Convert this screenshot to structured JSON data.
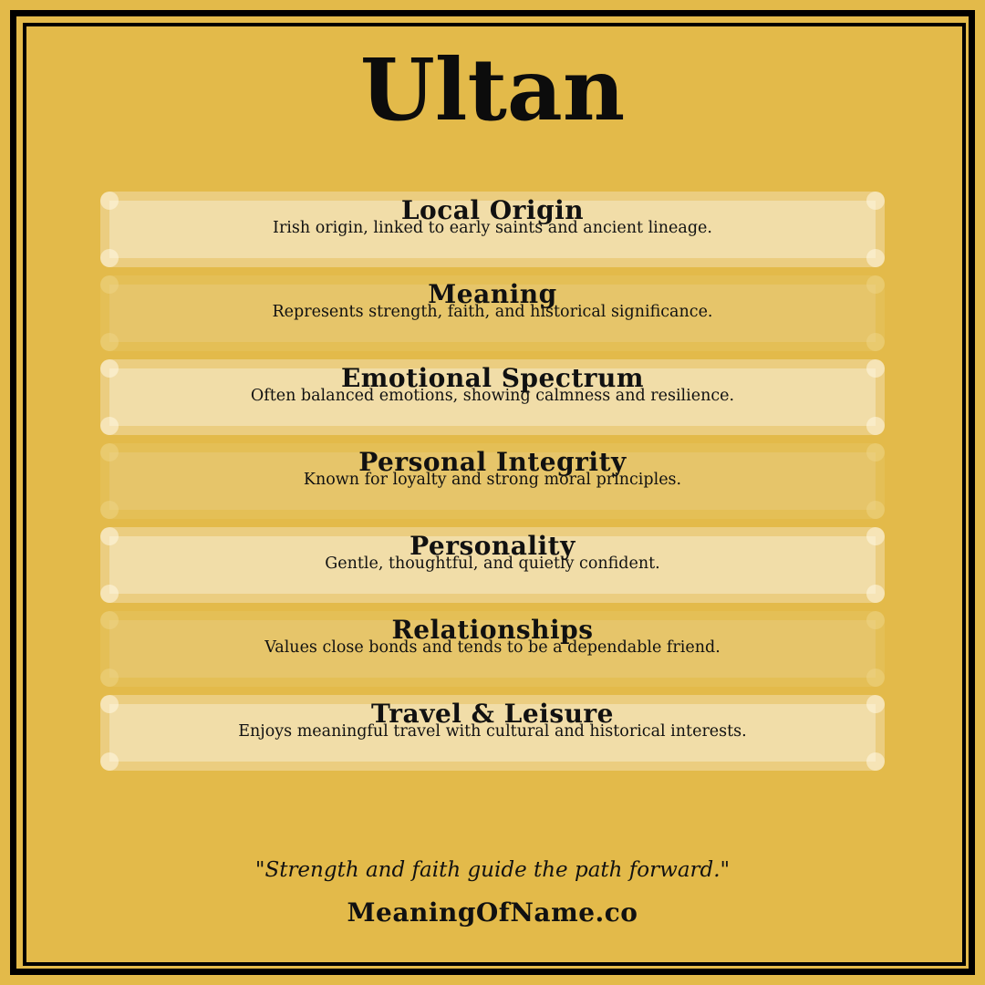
{
  "title": "Ultan",
  "colors": {
    "background": "#E3BA4A",
    "border": "#000000",
    "card_light_outer": "#EBCD80",
    "card_light_inner": "#F1DDA8",
    "card_dark_outer": "#E4BF56",
    "card_dark_inner": "#E6C56A",
    "text": "#111111"
  },
  "cards": [
    {
      "heading": "Local Origin",
      "description": "Irish origin, linked to early saints and ancient lineage."
    },
    {
      "heading": "Meaning",
      "description": "Represents strength, faith, and historical significance."
    },
    {
      "heading": "Emotional Spectrum",
      "description": "Often balanced emotions, showing calmness and resilience."
    },
    {
      "heading": "Personal Integrity",
      "description": "Known for loyalty and strong moral principles."
    },
    {
      "heading": "Personality",
      "description": "Gentle, thoughtful, and quietly confident."
    },
    {
      "heading": "Relationships",
      "description": "Values close bonds and tends to be a dependable friend."
    },
    {
      "heading": "Travel & Leisure",
      "description": "Enjoys meaningful travel with cultural and historical interests."
    }
  ],
  "footer": {
    "quote": "\"Strength and faith guide the path forward.\"",
    "brand": "MeaningOfName.co"
  }
}
